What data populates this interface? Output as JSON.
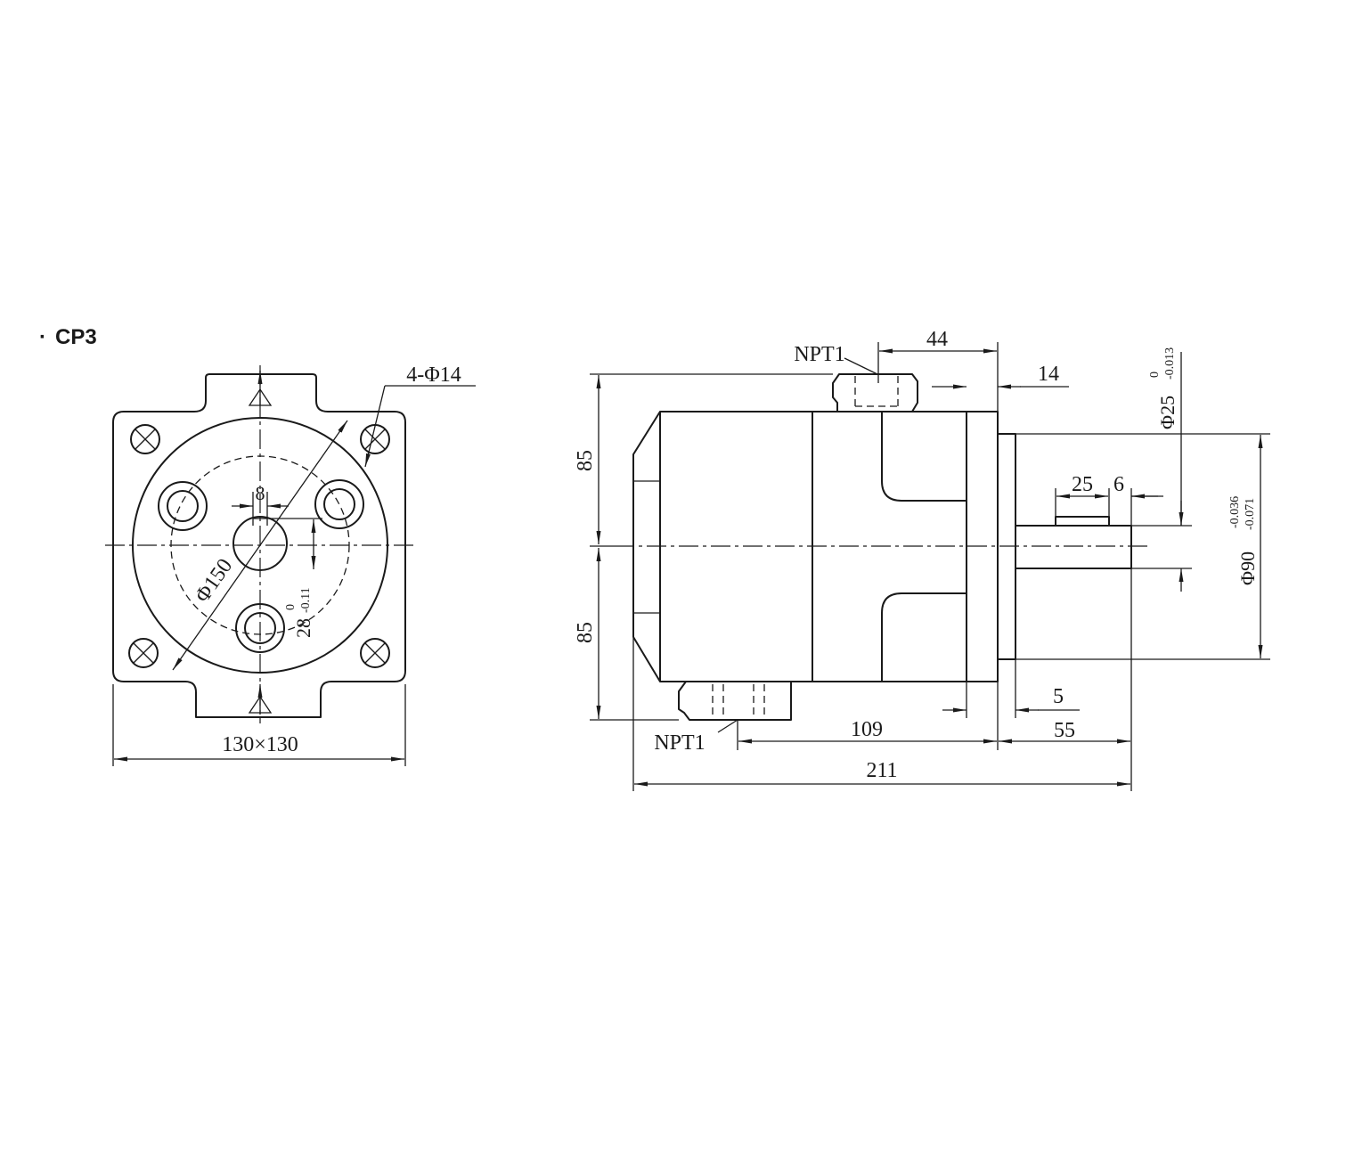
{
  "title": {
    "bullet": "·",
    "label": "CP3"
  },
  "front_view": {
    "holes_callout": "4-Φ14",
    "pitch_diameter": "Φ150",
    "key_width": "8",
    "key_height": {
      "nominal": "28",
      "upper": "0",
      "lower": "-0.11"
    },
    "plate_size": "130×130"
  },
  "side_view": {
    "port_top": "NPT1",
    "port_bottom": "NPT1",
    "height_top": "85",
    "height_bottom": "85",
    "port_offset": "44",
    "flange_thickness": "14",
    "pilot_length": "5",
    "body_length": "109",
    "shaft_length": "55",
    "overall_length": "211",
    "key_length": "25",
    "key_end": "6",
    "shaft_diameter": {
      "nominal": "Φ25",
      "upper": "0",
      "lower": "-0.013"
    },
    "pilot_diameter": {
      "nominal": "Φ90",
      "upper": "-0.036",
      "lower": "-0.071"
    }
  },
  "colors": {
    "ink": "#1a1a1a",
    "background": "#ffffff"
  }
}
